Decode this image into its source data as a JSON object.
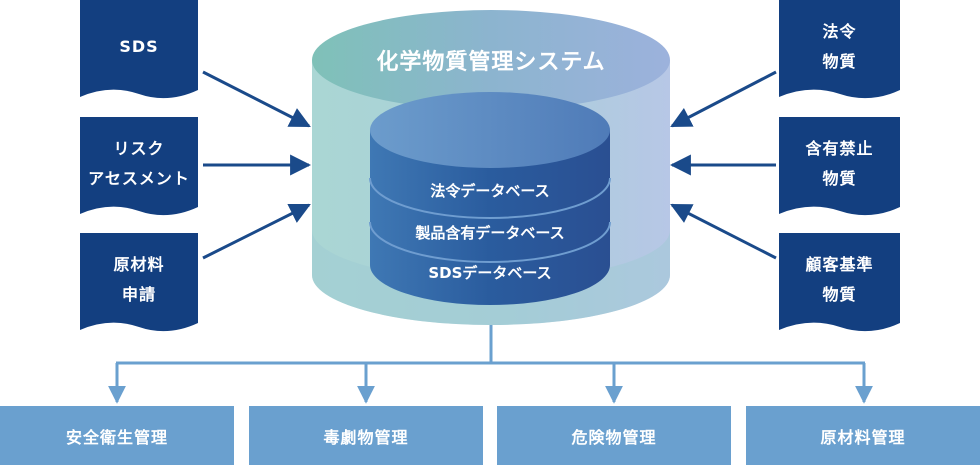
{
  "diagram": {
    "center_title": "化学物質管理システム",
    "databases": [
      "法令データベース",
      "製品含有データベース",
      "SDSデータベース"
    ],
    "left_inputs": [
      "SDS",
      "リスク\nアセスメント",
      "原材料\n申請"
    ],
    "right_inputs": [
      "法令\n物質",
      "含有禁止\n物質",
      "顧客基準\n物質"
    ],
    "outputs": [
      "安全衛生管理",
      "毒劇物管理",
      "危険物管理",
      "原材料管理"
    ],
    "colors": {
      "doc_navy": "#133f80",
      "arrow_navy": "#1a4a8a",
      "output_blue": "#6aa0cf",
      "cylinder_teal": "#a9d6d6",
      "cylinder_lavender": "#b9c8e8",
      "inner_db_blue": "#2b5a9a"
    }
  }
}
